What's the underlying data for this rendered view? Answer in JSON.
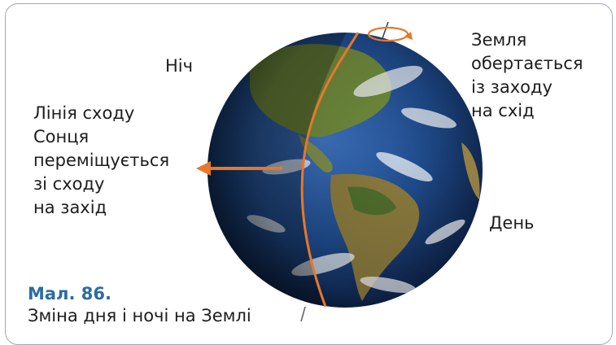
{
  "labels": {
    "night": "Ніч",
    "day": "День",
    "earth_rotates": [
      "Земля",
      "обертається",
      "із заходу",
      "на схід"
    ],
    "sunrise_line": [
      "Лінія сходу",
      "Сонця",
      "переміщується",
      "зі сходу",
      "на захід"
    ]
  },
  "caption": {
    "number": "Мал. 86.",
    "text": "Зміна дня і ночі на Землі"
  },
  "colors": {
    "accent_orange": "#e8772a",
    "caption_blue": "#2b6ca3",
    "frame_border": "#9aa9c9",
    "ocean": "#1e4a8a",
    "land": "#6f8a3c",
    "clouds": "#f2f4f7"
  },
  "icons": {
    "rotation_arrow": "circular-arrow-icon",
    "direction_arrow": "left-arrow-icon"
  }
}
